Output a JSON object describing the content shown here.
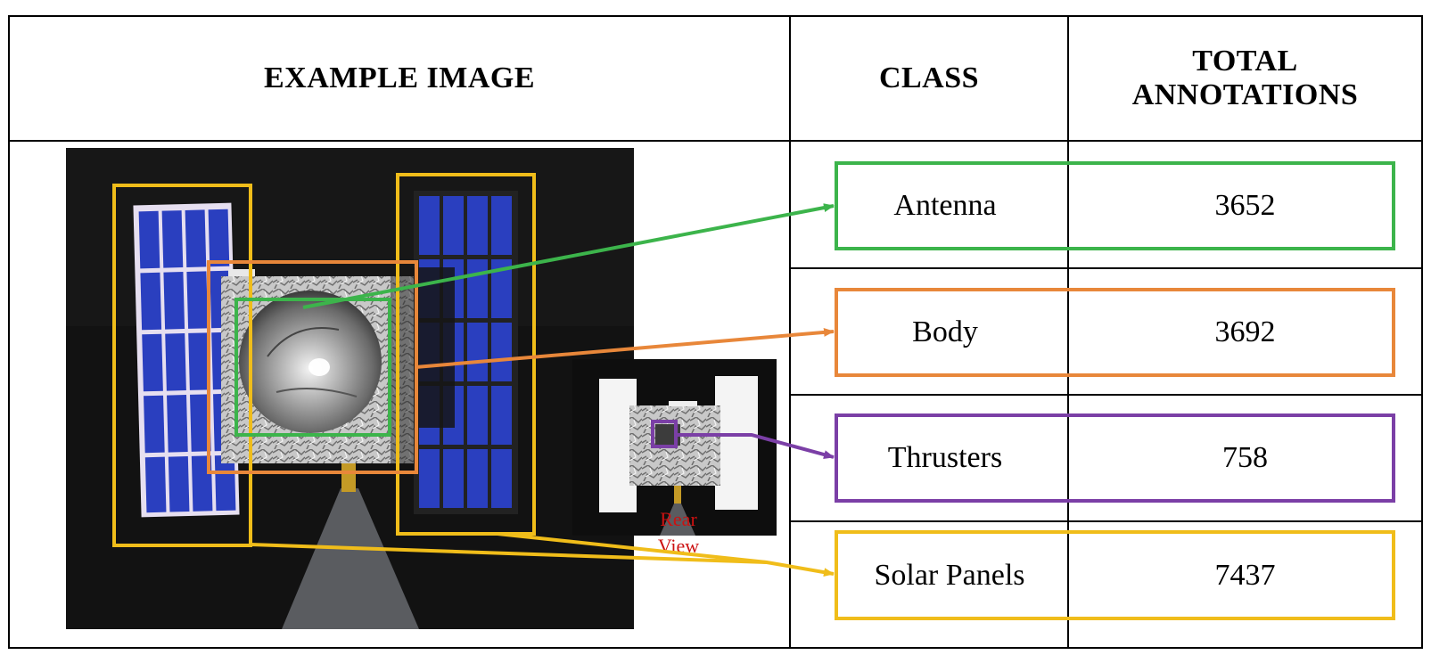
{
  "table": {
    "headers": {
      "image": "EXAMPLE IMAGE",
      "class": "CLASS",
      "total": "TOTAL ANNOTATIONS"
    },
    "rows": [
      {
        "class": "Antenna",
        "count": "3652",
        "color": "#3cb44b"
      },
      {
        "class": "Body",
        "count": "3692",
        "color": "#e8873a"
      },
      {
        "class": "Thrusters",
        "count": "758",
        "color": "#7b3fa6"
      },
      {
        "class": "Solar Panels",
        "count": "7437",
        "color": "#f0bd1a"
      }
    ]
  },
  "inset": {
    "caption": "Rear View",
    "caption_color": "#cc1111"
  }
}
